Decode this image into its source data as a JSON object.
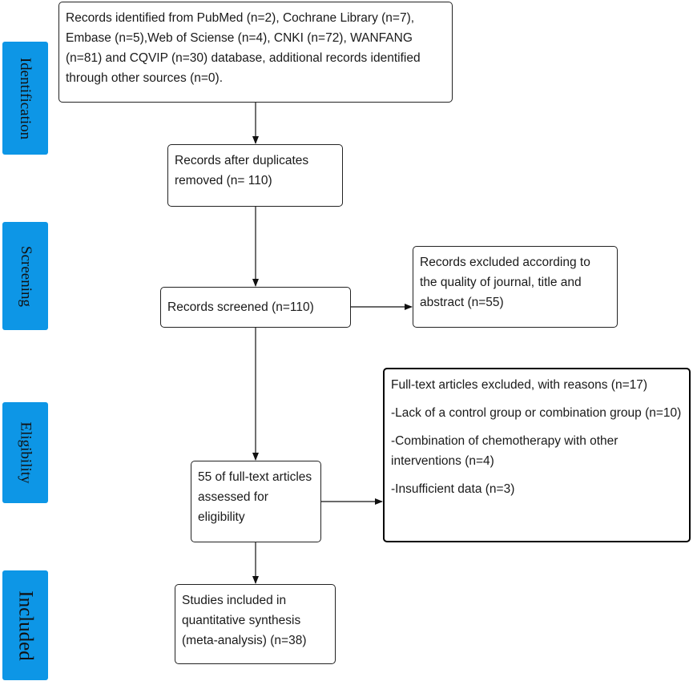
{
  "stages": {
    "identification": "Identification",
    "screening": "Screening",
    "eligibility": "Eligibility",
    "included": "Included"
  },
  "boxes": {
    "identified": "Records identified from PubMed (n=2), Cochrane Library (n=7), Embase (n=5),Web of Sciense (n=4), CNKI (n=72), WANFANG (n=81) and CQVIP (n=30) database, additional records identified through other sources (n=0).",
    "duplicates_removed": "Records after duplicates removed (n= 110)",
    "screened": "Records screened (n=110)",
    "excluded_screening": "Records excluded according to the quality of journal, title and abstract (n=55)",
    "fulltext_assessed": "55 of full-text articles assessed for eligibility",
    "excluded_fulltext": {
      "title": "Full-text articles excluded, with reasons (n=17)",
      "reasons": [
        "-Lack of a control group or combination group (n=10)",
        "-Combination of chemotherapy with other interventions (n=4)",
        "-Insufficient data (n=3)"
      ]
    },
    "included": "Studies included in quantitative synthesis (meta-analysis) (n=38)"
  },
  "colors": {
    "stage_bar": "#0d96e6",
    "border": "#222222"
  }
}
